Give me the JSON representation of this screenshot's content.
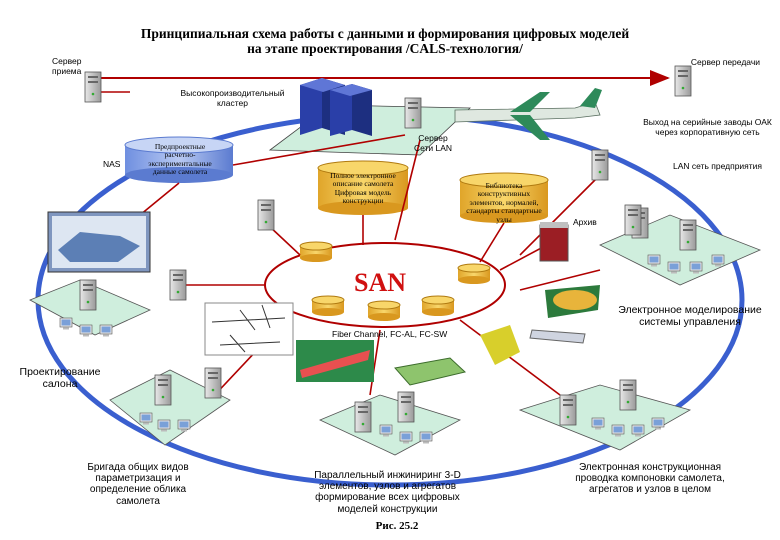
{
  "title_line1": "Принципиальная схема работы с данными и формирования цифровых моделей",
  "title_line2": "на этапе проектирования /CALS-технология/",
  "server_receive": "Сервер приема",
  "server_send": "Сервер передачи",
  "cluster_label": "Высокопроизводительный кластер",
  "exit_label": "Выход на серийные заводы ОАК через корпоративную сеть",
  "nas_label": "NAS",
  "nas_data": "Предпроектные расчетно-экспериментальные данные самолета",
  "server_lan": "Сервер Сети LAN",
  "db_full_model": "Полное электронное описание самолета Цифровая модель конструкции",
  "db_library": "Библиотека конструктивных элементов, нормалей, стандарты стандартные узлы",
  "lan_label": "LAN сеть предприятия",
  "archive_label": "Архив",
  "san_label": "SAN",
  "fiber_label": "Fiber Channel, FC-AL, FC-SW",
  "sim_label": "Электронное моделирование системы управления",
  "salon_label": "Проектирование салона",
  "brigade_label": "Бригада общих видов параметризация и определение облика самолета",
  "parallel_label": "Параллельный инжиниринг 3-D элементов, узлов и агрегатов формирование всех цифровых моделей конструкции",
  "wiring_label": "Электронная конструкционная проводка компоновки самолета, агрегатов и узлов в целом",
  "fig_label": "Рис. 25.2",
  "colors": {
    "ring": "#3a5fcf",
    "link": "#b00000",
    "cyl_fill": "#f5c242",
    "nas_fill": "#8fa8e6",
    "platform": "#cfeedd",
    "san_text": "#d01010"
  }
}
